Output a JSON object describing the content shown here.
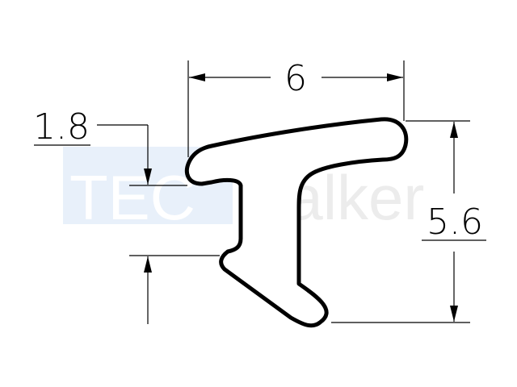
{
  "watermark": {
    "boxed_text": "TEC",
    "text": "walker",
    "box_color": "#e8f0fa",
    "boxed_text_color": "#ffffff",
    "text_color": "#ececec"
  },
  "dimensions": {
    "width": "6",
    "height": "5.6",
    "lip": "1.8"
  },
  "colors": {
    "line": "#000000",
    "background": "#ffffff"
  }
}
